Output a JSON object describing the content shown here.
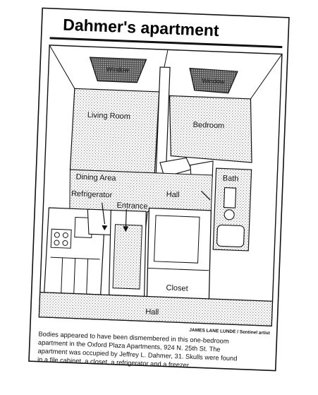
{
  "headline": "Dahmer's apartment",
  "rooms": {
    "window_left": "Window",
    "window_right": "Window",
    "living_room": "Living Room",
    "bedroom": "Bedroom",
    "dining_area": "Dining Area",
    "refrigerator": "Refrigerator",
    "entrance": "Entrance",
    "hall_inner": "Hall",
    "bath": "Bath",
    "closet": "Closet",
    "hall_bottom": "Hall"
  },
  "credit": "JAMES LANE LUNDE / Sentinel artist",
  "caption_lines": [
    "Bodies appeared to have been dismembered in this one-bedroom",
    "apartment in the Oxford Plaza Apartments, 924 N. 25th St.  The",
    "apartment was occupied by Jeffrey L. Dahmer, 31.  Skulls were found",
    "in a file cabinet, a closet, a refrigerator and a freezer."
  ],
  "colors": {
    "ink": "#111111",
    "paper": "#ffffff",
    "stipple": "#8a8a8a"
  }
}
